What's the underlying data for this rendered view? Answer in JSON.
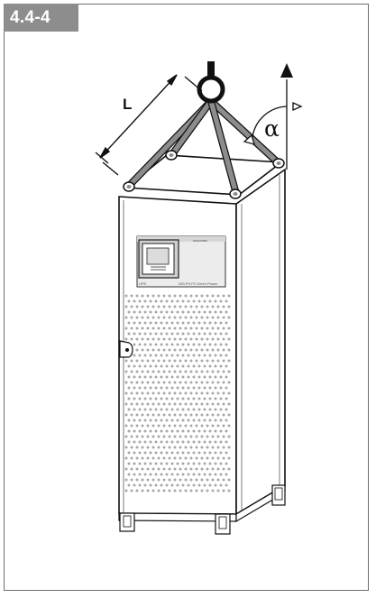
{
  "figure": {
    "number_label": "4.4-4",
    "sling_length_label": "L",
    "angle_label": "α"
  },
  "panel": {
    "brand": "socomec",
    "model_label": "UPS",
    "series_label": "DELPHYS Green Power"
  },
  "colors": {
    "tag_bg": "#8d8d8d",
    "sling": "#8c8c8c",
    "outline": "#111111",
    "dots": "#a8a8a8"
  }
}
